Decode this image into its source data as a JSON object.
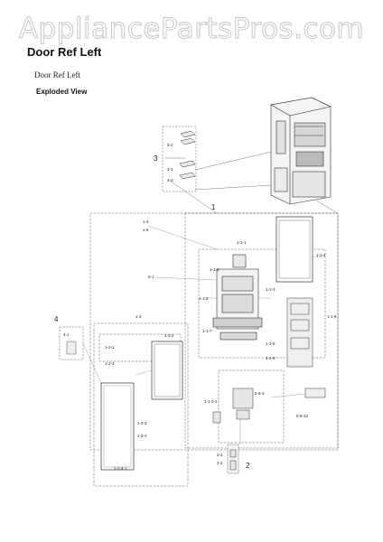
{
  "watermark": "AppliancePartsPros.com",
  "title": "Door Ref Left",
  "subtitle": "Door Ref Left",
  "section": "Exploded View",
  "callouts": {
    "c1": "1",
    "c2": "2",
    "c3": "3",
    "c4": "4",
    "c3_2": "3-2",
    "c3_1": "3-1",
    "c3_3": "3-3",
    "c1_2": "1-2",
    "c1_4": "1-4",
    "c1_5": "1-5",
    "c5_1": "5-1",
    "c4_1": "4-1",
    "c2_1": "2-1",
    "c2_2": "2-2",
    "c1_1_1": "1-1-1",
    "c1_1_4": "1-1-4",
    "c1_1_6": "1-1-6",
    "c1_1_9": "1-1-9",
    "c1_1_2": "1-1-2",
    "c1_1_3": "1-1-3",
    "c1_1_5": "1-1-5",
    "c1_1_7": "1-1-7",
    "c1_1_8": "1-1-8",
    "c1_2_1": "1-2-1",
    "c1_2_4": "1-2-4",
    "c1_3_2": "1-3-2",
    "c1_2_2": "1-2-2",
    "c1_2_3": "1-2-3",
    "c5_5_3": "5-5-3",
    "c5_5_12": "5-5-12",
    "c1_1_2_2": "1-1-2-2",
    "c1_2_4_1": "1-2-4-1"
  }
}
